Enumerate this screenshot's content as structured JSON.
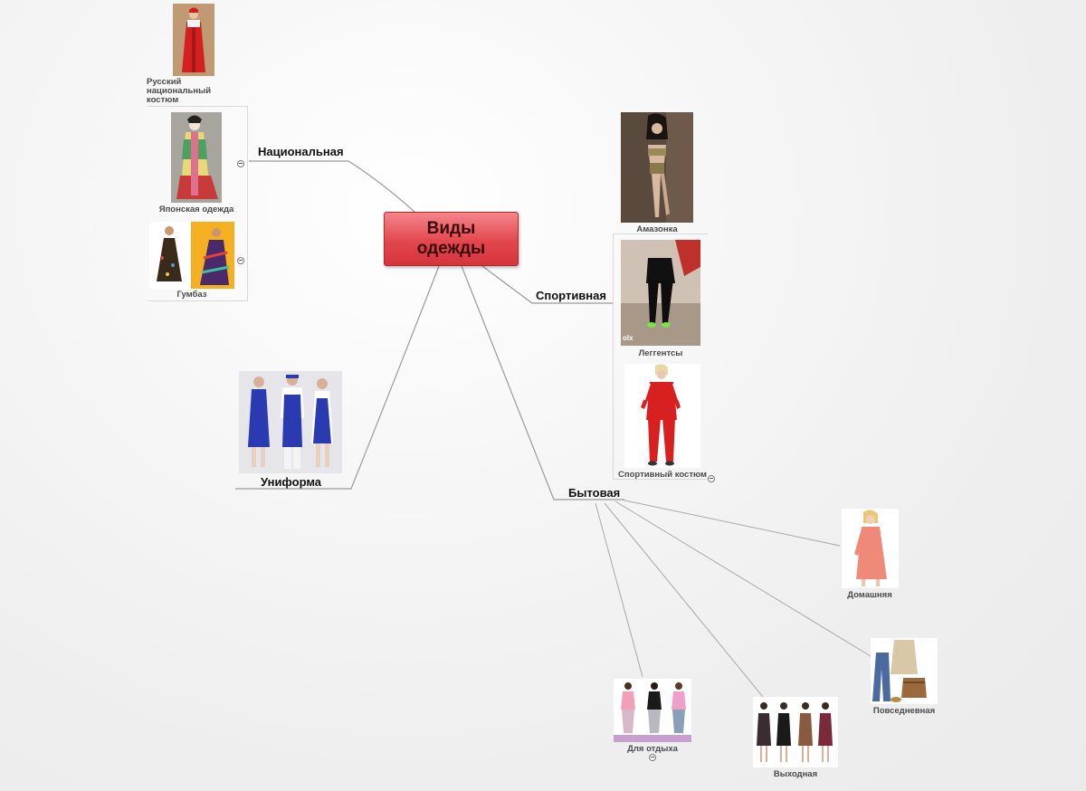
{
  "central": {
    "label": "Виды\nодежды"
  },
  "branches": {
    "national": {
      "label": "Национальная",
      "children": [
        {
          "caption": "Русский национальный костюм",
          "image": "russian-costume-photo"
        },
        {
          "caption": "Японская одежда",
          "image": "japanese-kimono-photo"
        },
        {
          "caption": "Гумбаз",
          "image": "gumbaz-dress-photo"
        }
      ]
    },
    "sport": {
      "label": "Спортивная",
      "children": [
        {
          "caption": "Амазонка",
          "image": "amazon-outfit-photo"
        },
        {
          "caption": "Леггентсы",
          "image": "leggings-photo"
        },
        {
          "caption": "Спортивный костюм",
          "image": "tracksuit-photo"
        }
      ]
    },
    "uniform": {
      "label": "Униформа",
      "image": "uniform-workers-photo"
    },
    "casual": {
      "label": "Бытовая",
      "children": [
        {
          "caption": "Домашняя",
          "image": "home-dress-photo"
        },
        {
          "caption": "Повседневная",
          "image": "casual-outfit-photo"
        },
        {
          "caption": "Выходная",
          "image": "evening-dresses-photo"
        },
        {
          "caption": "Для отдыха",
          "image": "leisure-wear-photo"
        }
      ]
    }
  },
  "watermark": "olx",
  "colors": {
    "central_top": "#f4868a",
    "central_bottom": "#d6343c",
    "link": "#9a9a9a"
  }
}
